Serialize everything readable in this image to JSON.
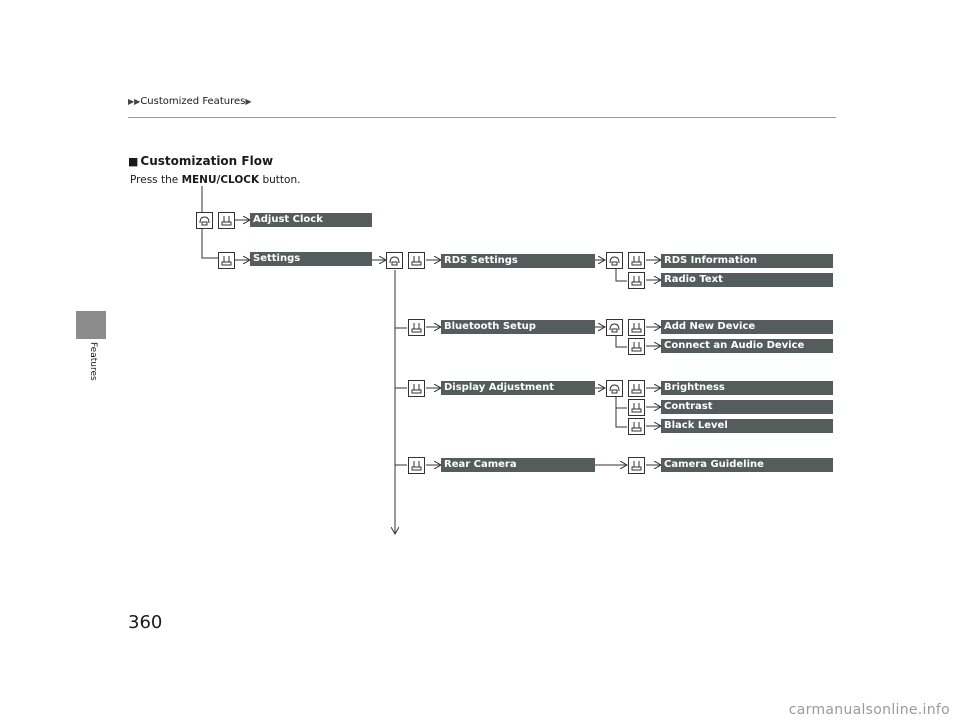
{
  "header": {
    "breadcrumb_item": "Customized Features"
  },
  "side_tab": {
    "label": "Features"
  },
  "section": {
    "title": "Customization Flow",
    "instruction_prefix": "Press the",
    "instruction_button": "MENU/CLOCK",
    "instruction_suffix": "button."
  },
  "menu": {
    "adjust_clock": "Adjust Clock",
    "settings": "Settings",
    "rds_settings": "RDS Settings",
    "rds_information": "RDS Information",
    "radio_text": "Radio Text",
    "bluetooth_setup": "Bluetooth Setup",
    "add_new_device": "Add New Device",
    "connect_audio_device": "Connect an Audio Device",
    "display_adjustment": "Display Adjustment",
    "brightness": "Brightness",
    "contrast": "Contrast",
    "black_level": "Black Level",
    "rear_camera": "Rear Camera",
    "camera_guideline": "Camera Guideline"
  },
  "icons": {
    "rotate": "rotate-knob-icon",
    "press": "press-knob-icon"
  },
  "page_number": "360",
  "watermark": "carmanualsonline.info",
  "colors": {
    "bar": "#555c5c",
    "tab": "#8c8c8c",
    "rule": "#9a9a9a"
  }
}
